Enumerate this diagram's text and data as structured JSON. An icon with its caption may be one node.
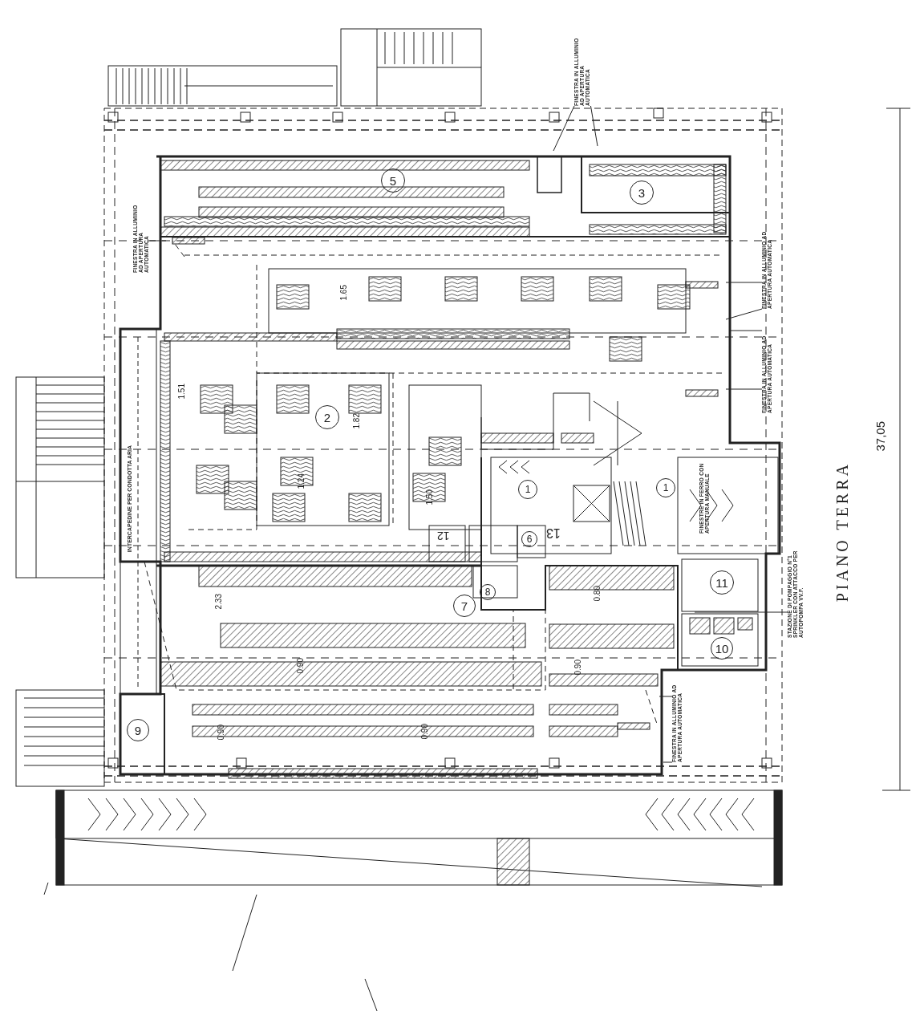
{
  "diagram": {
    "title": "PIANO TERRA",
    "nodes": [
      {
        "text": [
          "FINESTRA IN ALLUMINIO AD APERTURA AUTOMATICA"
        ]
      },
      {
        "text": [
          "FINESTRA IN ALLUMINIO AD APERTURA AUTOMATICA"
        ]
      },
      {
        "text": [
          "FINESTRA IN ALLUMINIO AD APERTURA AUTOMATICA"
        ]
      },
      {
        "text": [
          "FINESTRA IN ALLUMINIO AD APERTURA AUTOMATICA"
        ]
      },
      {
        "text": [
          "FINESTRE IN FERRO CON APERTURA MANUALE"
        ]
      },
      {
        "text": [
          "STAZIONE DI POMPAGGIO N°1 SPRINKLER CON ATTACCO PER AUTOPOMPA VV.F."
        ]
      },
      {
        "text": [
          "FINESTRA IN ALLUMINIO AD APERTURA AUTOMATICA"
        ]
      },
      {
        "text": [
          "1"
        ]
      },
      {
        "text": [
          "1"
        ]
      },
      {
        "text": [
          "2"
        ]
      },
      {
        "text": [
          "3"
        ]
      },
      {
        "text": [
          "5"
        ]
      },
      {
        "text": [
          "6"
        ]
      },
      {
        "text": [
          "7"
        ]
      },
      {
        "text": [
          "8"
        ]
      },
      {
        "text": [
          "9"
        ]
      },
      {
        "text": [
          "10"
        ]
      },
      {
        "text": [
          "11"
        ]
      }
    ],
    "edges": [
      {
        "from": 0,
        "to": null,
        "arrow": "none"
      },
      {
        "from": 0,
        "to": null,
        "arrow": "none"
      },
      {
        "from": 1,
        "to": null,
        "arrow": "none"
      },
      {
        "from": 2,
        "to": null,
        "arrow": "none"
      },
      {
        "from": 2,
        "to": null,
        "arrow": "none"
      },
      {
        "from": 3,
        "to": null,
        "arrow": "none"
      },
      {
        "from": 3,
        "to": null,
        "arrow": "none"
      },
      {
        "from": 5,
        "to": null,
        "arrow": "none"
      },
      {
        "from": 6,
        "to": null,
        "arrow": "none"
      },
      {
        "from": 6,
        "to": null,
        "arrow": "none"
      }
    ],
    "labels": [
      "INTERCAPEDINE PER CONDOTTA ARIA",
      "1.65",
      "1.51",
      "1.82",
      "1.24",
      "1.50",
      "2.33",
      "0.80",
      "0.90",
      "0.90",
      "0.90",
      "0.90",
      "12",
      "13",
      "37,05"
    ]
  }
}
